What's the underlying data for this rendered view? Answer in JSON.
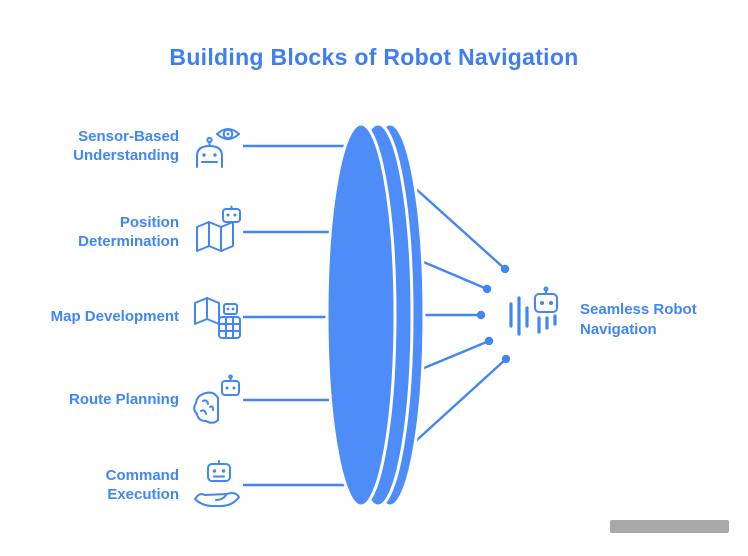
{
  "title": "Building Blocks of Robot Navigation",
  "colors": {
    "accent": "#4285F4",
    "title-color": "#3D7EF6",
    "label-color": "#3F86F6",
    "ellipse-fill": "#4E8DF7",
    "watermark-color": "#9a9a9a"
  },
  "blocks": [
    {
      "label": "Sensor-Based\nUnderstanding",
      "icon": "robot-eye-icon"
    },
    {
      "label": "Position\nDetermination",
      "icon": "robot-map-icon"
    },
    {
      "label": "Map Development",
      "icon": "robot-map-grid-icon"
    },
    {
      "label": "Route Planning",
      "icon": "robot-brain-icon"
    },
    {
      "label": "Command\nExecution",
      "icon": "robot-hand-icon"
    }
  ],
  "output": {
    "label": "Seamless Robot\nNavigation",
    "icon": "robot-signal-icon"
  }
}
